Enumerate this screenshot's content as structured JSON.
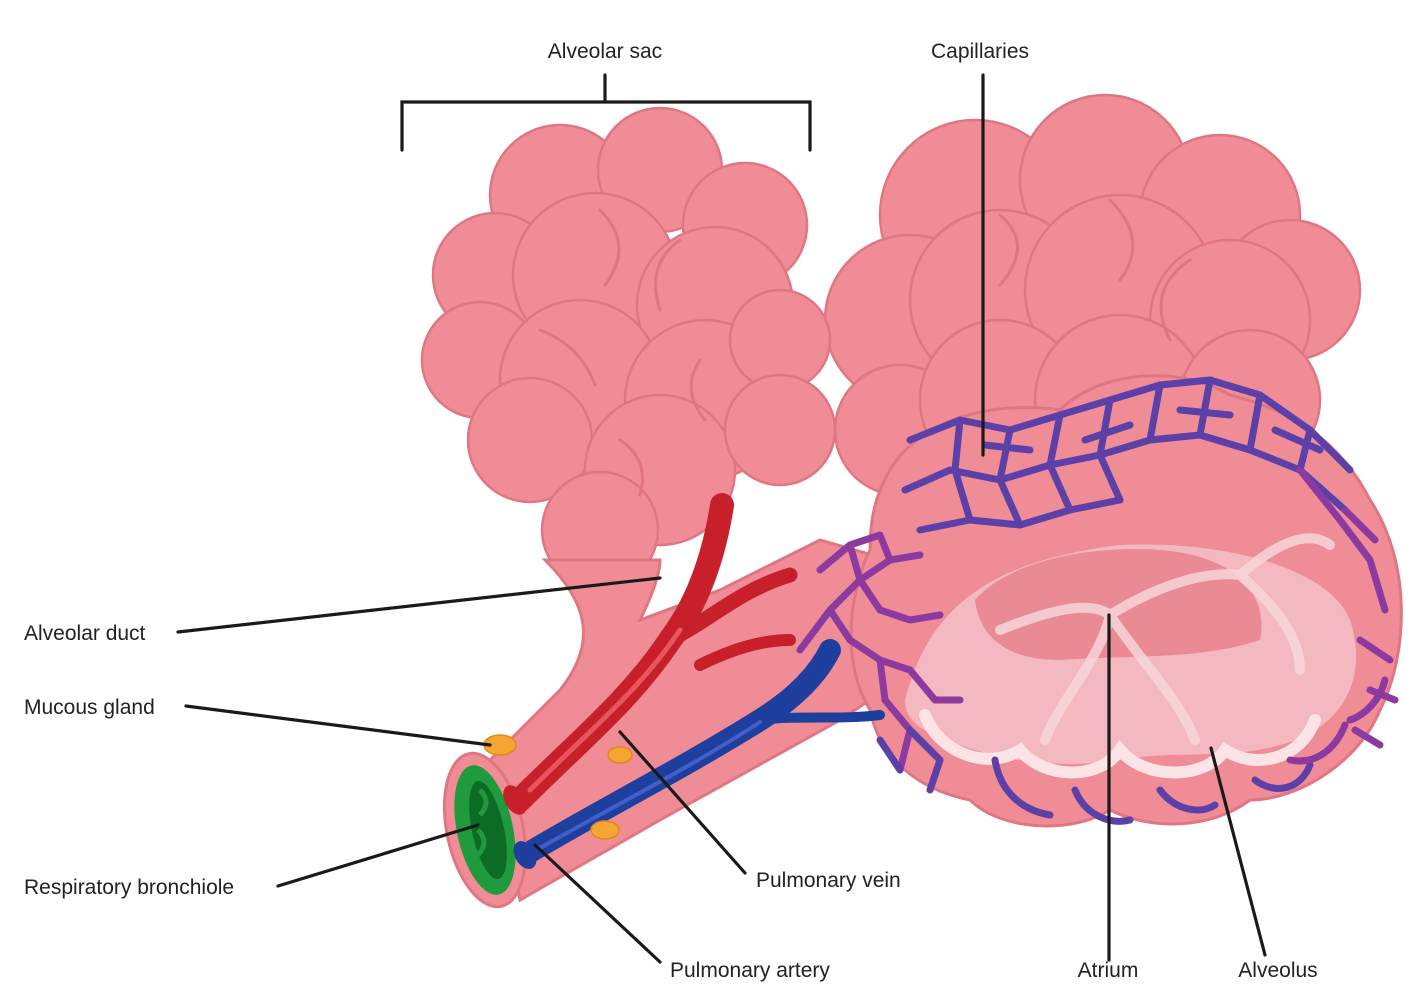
{
  "labels": {
    "alveolar_sac": "Alveolar sac",
    "capillaries": "Capillaries",
    "alveolar_duct": "Alveolar duct",
    "mucous_gland": "Mucous gland",
    "respiratory_bronchiole": "Respiratory bronchiole",
    "pulmonary_vein": "Pulmonary vein",
    "pulmonary_artery": "Pulmonary artery",
    "atrium": "Atrium",
    "alveolus": "Alveolus"
  },
  "colors": {
    "tissue": "#f08c96",
    "tissue_edge": "#e07682",
    "tissue_dark": "#d9626f",
    "artery": "#c8202a",
    "vein": "#1f3f9e",
    "capillary": "#5b40a8",
    "capillary2": "#8d3aa0",
    "bronchiole_lining": "#1f9a3c",
    "gland": "#f5a531",
    "airflow": "#f7d6da"
  }
}
